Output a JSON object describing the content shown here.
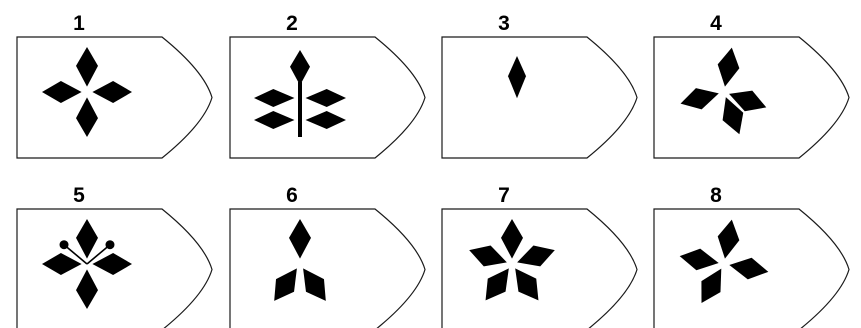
{
  "figure": {
    "cards": [
      {
        "id": "1",
        "label": "1",
        "design": "cross",
        "petal_angles": [
          -90,
          0,
          90,
          180
        ]
      },
      {
        "id": "2",
        "label": "2",
        "design": "branch"
      },
      {
        "id": "3",
        "label": "3",
        "design": "single",
        "petal_angles": [
          -90
        ]
      },
      {
        "id": "4",
        "label": "4",
        "design": "rotated-cross",
        "petal_angles": [
          -80,
          20,
          70,
          165
        ]
      },
      {
        "id": "5",
        "label": "5",
        "design": "cross-with-pistils",
        "petal_angles": [
          -90,
          0,
          90,
          180
        ],
        "pistil_angles": [
          -140,
          -40
        ]
      },
      {
        "id": "6",
        "label": "6",
        "design": "tripod",
        "petal_angles": [
          -90,
          55,
          125
        ]
      },
      {
        "id": "7",
        "label": "7",
        "design": "star",
        "petal_angles": [
          -90,
          -18,
          54,
          126,
          198
        ]
      },
      {
        "id": "8",
        "label": "8",
        "design": "rotated-cross",
        "petal_angles": [
          -80,
          10,
          120,
          190
        ]
      }
    ],
    "colors": {
      "ink": "#000000",
      "outline": "#1a1a1a",
      "card_fill": "#ffffff",
      "background": "#ffffff"
    }
  }
}
